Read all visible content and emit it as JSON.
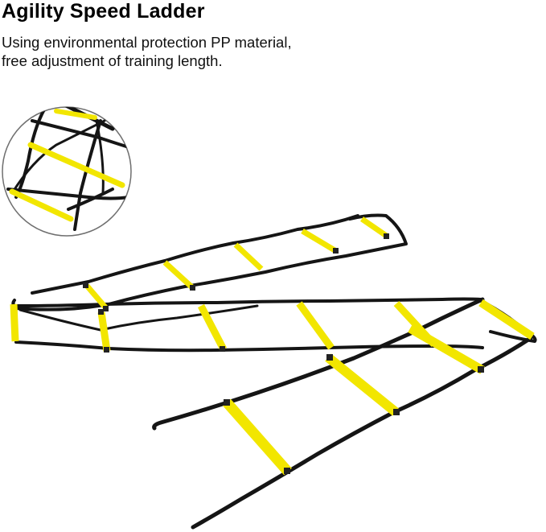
{
  "product": {
    "title": "Agility Speed Ladder",
    "description_lines": [
      "Using environmental protection PP material,",
      "free adjustment of training length."
    ]
  },
  "colors": {
    "rung_yellow": "#f2e600",
    "strap_black": "#151515",
    "circle_outline": "#6f6f6f"
  }
}
